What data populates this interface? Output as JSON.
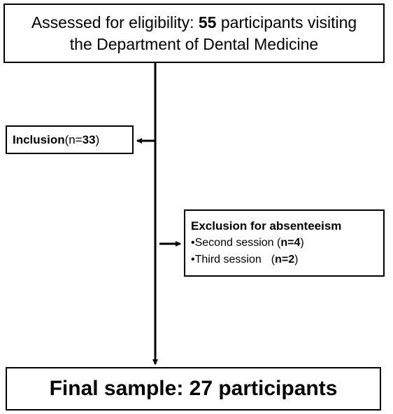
{
  "top_box": {
    "line1_prefix": "Assessed for eligibility: ",
    "line1_count": "55",
    "line1_suffix": " participants visiting",
    "line2": "the Department of Dental Medicine"
  },
  "inclusion": {
    "label": "Inclusion",
    "count_prefix": " (n=",
    "count": "33",
    "count_suffix": ")"
  },
  "exclusion": {
    "title": "Exclusion for absenteeism",
    "items": [
      {
        "label": "•Second session ",
        "count": "n=4",
        "open": "(",
        "close": ")"
      },
      {
        "label": "•Third session",
        "count": "n=2",
        "open": "(",
        "close": ")"
      }
    ]
  },
  "final": {
    "text": "Final sample: 27 participants"
  }
}
